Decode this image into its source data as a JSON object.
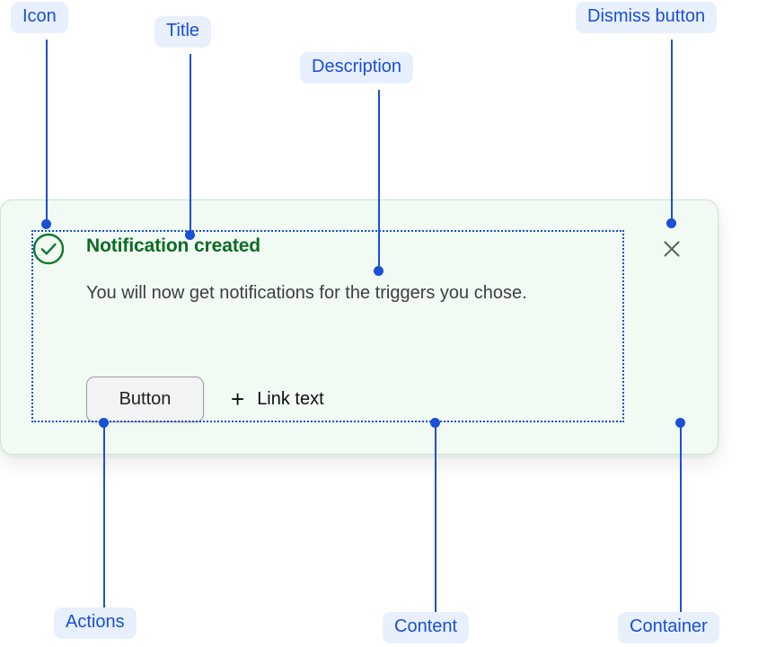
{
  "notification": {
    "icon": "success-check-circle-icon",
    "title": "Notification created",
    "description": "You will now get notifications for the triggers you chose.",
    "actions": {
      "button_label": "Button",
      "link_icon": "plus-icon",
      "link_label": "Link text"
    },
    "dismiss": {
      "icon": "close-x-icon",
      "label": "Dismiss"
    }
  },
  "annotations": [
    {
      "id": "icon",
      "label": "Icon"
    },
    {
      "id": "title",
      "label": "Title"
    },
    {
      "id": "description",
      "label": "Description"
    },
    {
      "id": "dismiss-button",
      "label": "Dismiss button"
    },
    {
      "id": "actions",
      "label": "Actions"
    },
    {
      "id": "content",
      "label": "Content"
    },
    {
      "id": "container",
      "label": "Container"
    }
  ],
  "colors": {
    "annotation_accent": "#1a4fd6",
    "annotation_pill_bg": "#e8f0fe",
    "card_bg": "#f2faf4",
    "card_border": "#c6e7d1",
    "success_green": "#0b6b23",
    "body_text": "#3c4043",
    "button_bg": "#f1f3f4",
    "button_border": "#9aa0a6"
  }
}
